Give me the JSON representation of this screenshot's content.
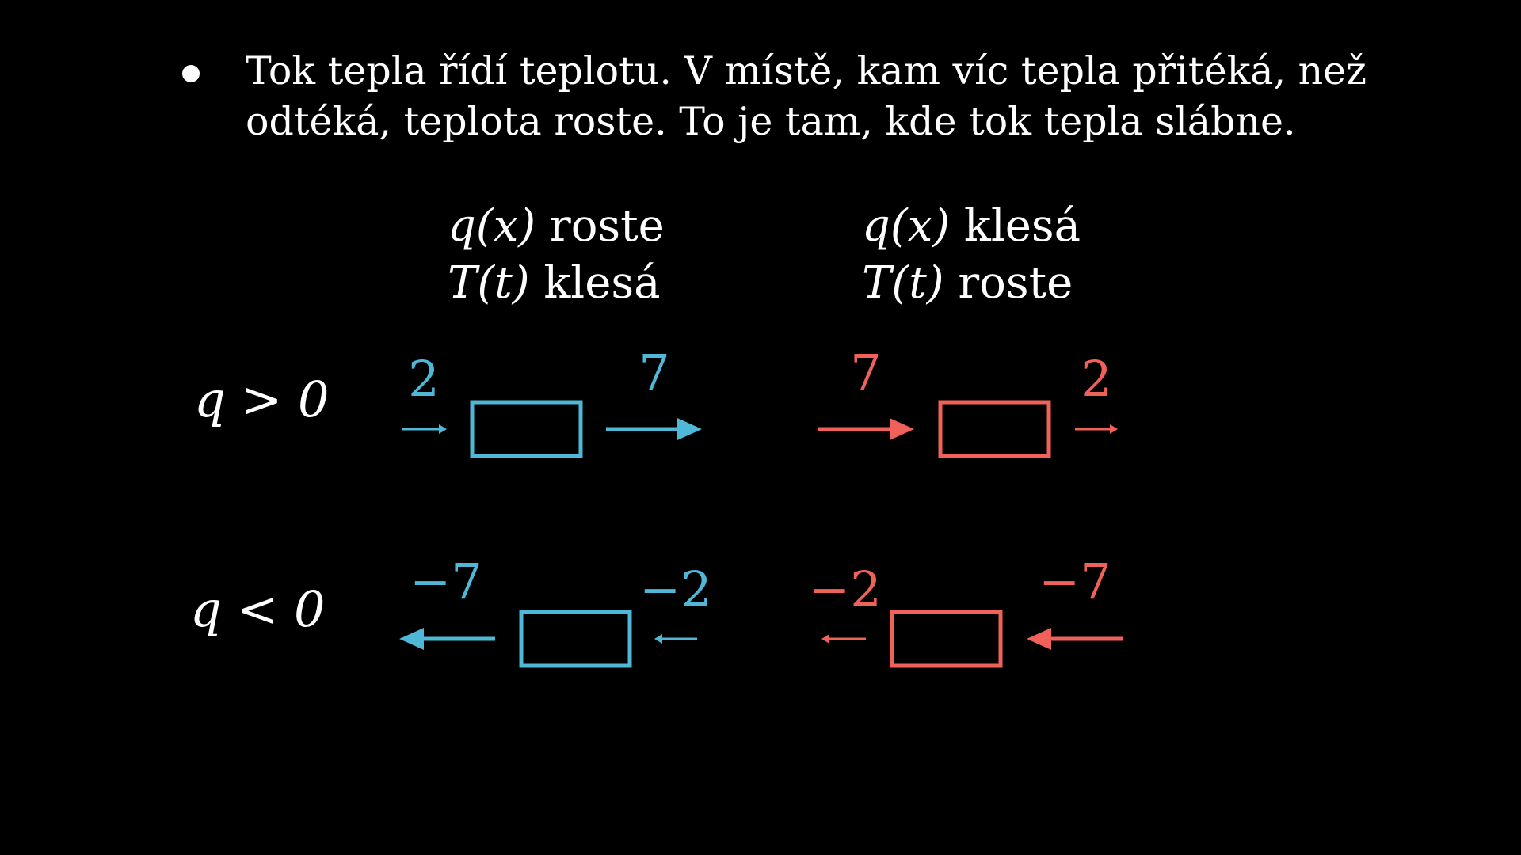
{
  "bullet": {
    "line1": "Tok tepla řídí teplotu. V místě, kam víc tepla přitéká, než",
    "line2": "odtéká, teplota roste. To je tam, kde tok tepla slábne."
  },
  "columns": {
    "left": {
      "line1_math": "q(x)",
      "line1_text": " roste",
      "line2_math": "T(t)",
      "line2_text": " klesá"
    },
    "right": {
      "line1_math": "q(x)",
      "line1_text": " klesá",
      "line2_math": "T(t)",
      "line2_text": " roste"
    }
  },
  "rows": {
    "positive_label": "q > 0",
    "negative_label": "q < 0"
  },
  "colors": {
    "blue": "#4fb8d6",
    "red": "#f0615a",
    "text": "#ffffff",
    "background": "#000000"
  },
  "values": {
    "top_left_in": "2",
    "top_left_out": "7",
    "top_right_in": "7",
    "top_right_out": "2",
    "bottom_left_left": "−7",
    "bottom_left_right": "−2",
    "bottom_right_left": "−2",
    "bottom_right_right": "−7"
  }
}
